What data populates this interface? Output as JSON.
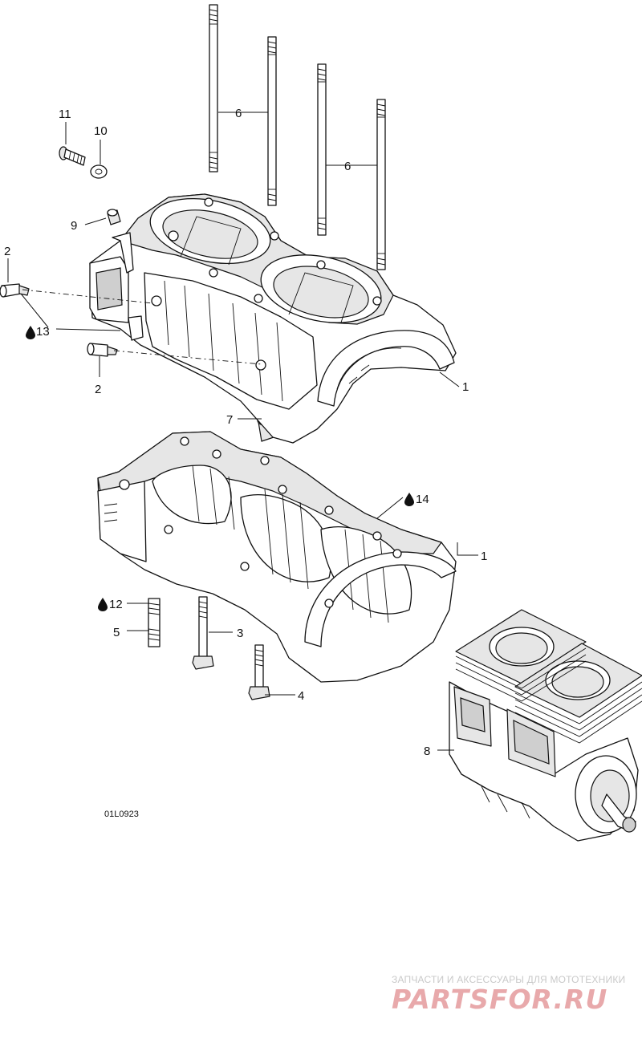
{
  "diagram": {
    "drawing_code": "01L0923",
    "callouts": {
      "c1a": "1",
      "c1b": "1",
      "c2a": "2",
      "c2b": "2",
      "c3": "3",
      "c4": "4",
      "c5": "5",
      "c6a": "6",
      "c6b": "6",
      "c7": "7",
      "c8": "8",
      "c9": "9",
      "c10": "10",
      "c11": "11",
      "c12": "12",
      "c13": "13",
      "c14": "14"
    },
    "drop_icon": "oil-drop-icon"
  },
  "watermark": {
    "line1": "ЗАПЧАСТИ И АКСЕССУАРЫ ДЛЯ МОТОТЕХНИКИ",
    "line2": "PARTSFOR.RU",
    "color": "#e8a9ab"
  }
}
